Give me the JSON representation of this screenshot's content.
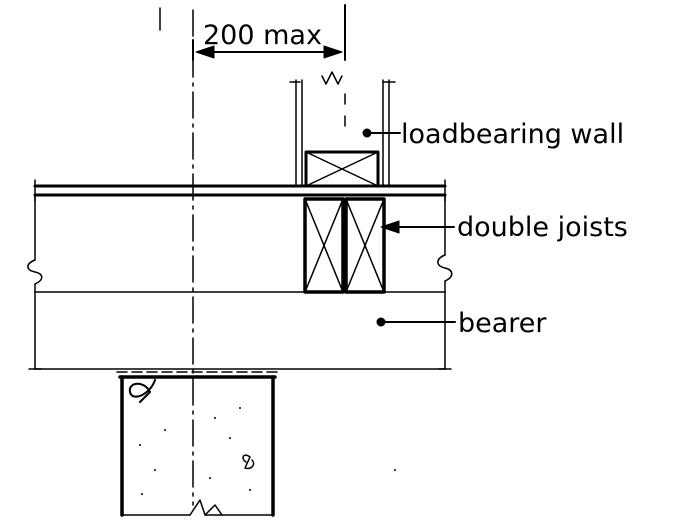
{
  "labels": {
    "dimension": "200 max",
    "wall": "loadbearing wall",
    "joists": "double joists",
    "bearer": "bearer"
  },
  "colors": {
    "ink": "#000000",
    "paper": "#ffffff"
  }
}
